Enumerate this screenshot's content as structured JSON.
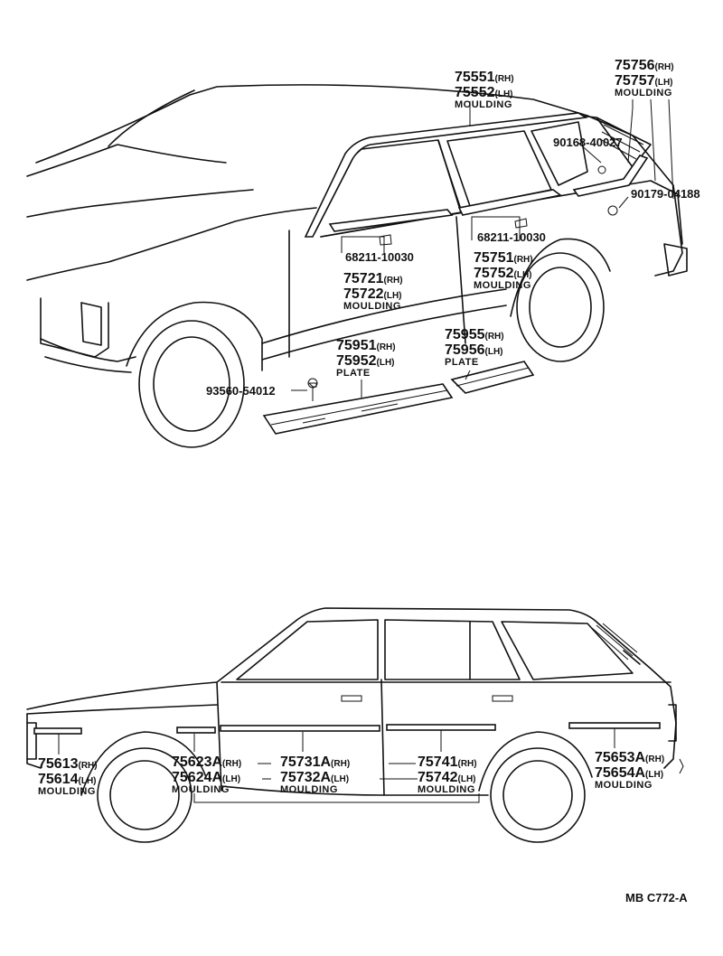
{
  "diagram_code": "MB C772-A",
  "parts": {
    "roof_mould": {
      "rh": "75551",
      "lh": "75552",
      "rh_tag": "(RH)",
      "lh_tag": "(LH)",
      "desc": "MOULDING"
    },
    "rear_pillar_mould": {
      "rh": "75756",
      "lh": "75757",
      "rh_tag": "(RH)",
      "lh_tag": "(LH)",
      "desc": "MOULDING"
    },
    "clip_rear": "90168-40027",
    "screw_rear": "90179-04188",
    "clip_front_door": "68211-10030",
    "clip_rear_door": "68211-10030",
    "front_belt_mould": {
      "rh": "75721",
      "lh": "75722",
      "rh_tag": "(RH)",
      "lh_tag": "(LH)",
      "desc": "MOULDING"
    },
    "rear_belt_mould": {
      "rh": "75751",
      "lh": "75752",
      "rh_tag": "(RH)",
      "lh_tag": "(LH)",
      "desc": "MOULDING"
    },
    "front_plate": {
      "rh": "75951",
      "lh": "75952",
      "rh_tag": "(RH)",
      "lh_tag": "(LH)",
      "desc": "PLATE"
    },
    "rear_plate": {
      "rh": "75955",
      "lh": "75956",
      "rh_tag": "(RH)",
      "lh_tag": "(LH)",
      "desc": "PLATE"
    },
    "plate_screw": "93560-54012",
    "bumper_side_mould": {
      "rh": "75613",
      "lh": "75614",
      "rh_tag": "(RH)",
      "lh_tag": "(LH)",
      "desc": "MOULDING"
    },
    "fender_mould": {
      "rh": "75623A",
      "lh": "75624A",
      "rh_tag": "(RH)",
      "lh_tag": "(LH)",
      "desc": "MOULDING"
    },
    "front_door_mould": {
      "rh": "75731A",
      "lh": "75732A",
      "rh_tag": "(RH)",
      "lh_tag": "(LH)",
      "desc": "MOULDING"
    },
    "rear_door_mould": {
      "rh": "75741",
      "lh": "75742",
      "rh_tag": "(RH)",
      "lh_tag": "(LH)",
      "desc": "MOULDING"
    },
    "quarter_mould": {
      "rh": "75653A",
      "lh": "75654A",
      "rh_tag": "(RH)",
      "lh_tag": "(LH)",
      "desc": "MOULDING"
    }
  }
}
